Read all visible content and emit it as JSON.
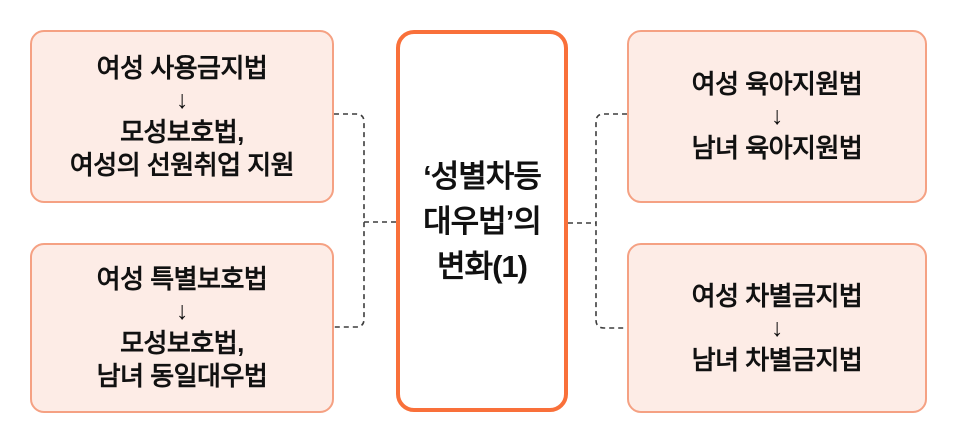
{
  "diagram": {
    "title": "‘성별차등 대우법’의 변화(1)",
    "center_box": {
      "lines": [
        "‘성별차등",
        "대우법’의",
        "변화(1)"
      ]
    },
    "boxes": {
      "top_left": {
        "lines": [
          "여성 사용금지법",
          "↓",
          "모성보호법,",
          "여성의 선원취업 지원"
        ]
      },
      "bottom_left": {
        "lines": [
          "여성 특별보호법",
          "↓",
          "모성보호법,",
          "남녀 동일대우법"
        ]
      },
      "top_right": {
        "lines": [
          "여성 육아지원법",
          "↓",
          "남녀 육아지원법"
        ]
      },
      "bottom_right": {
        "lines": [
          "여성 차별금지법",
          "↓",
          "남녀 차별금지법"
        ]
      }
    },
    "colors": {
      "background": "#ffffff",
      "box_fill": "#fdece6",
      "box_border": "#f5a183",
      "center_box_border": "#f9703a",
      "connector": "#3d3d3d",
      "text": "#111111"
    }
  }
}
